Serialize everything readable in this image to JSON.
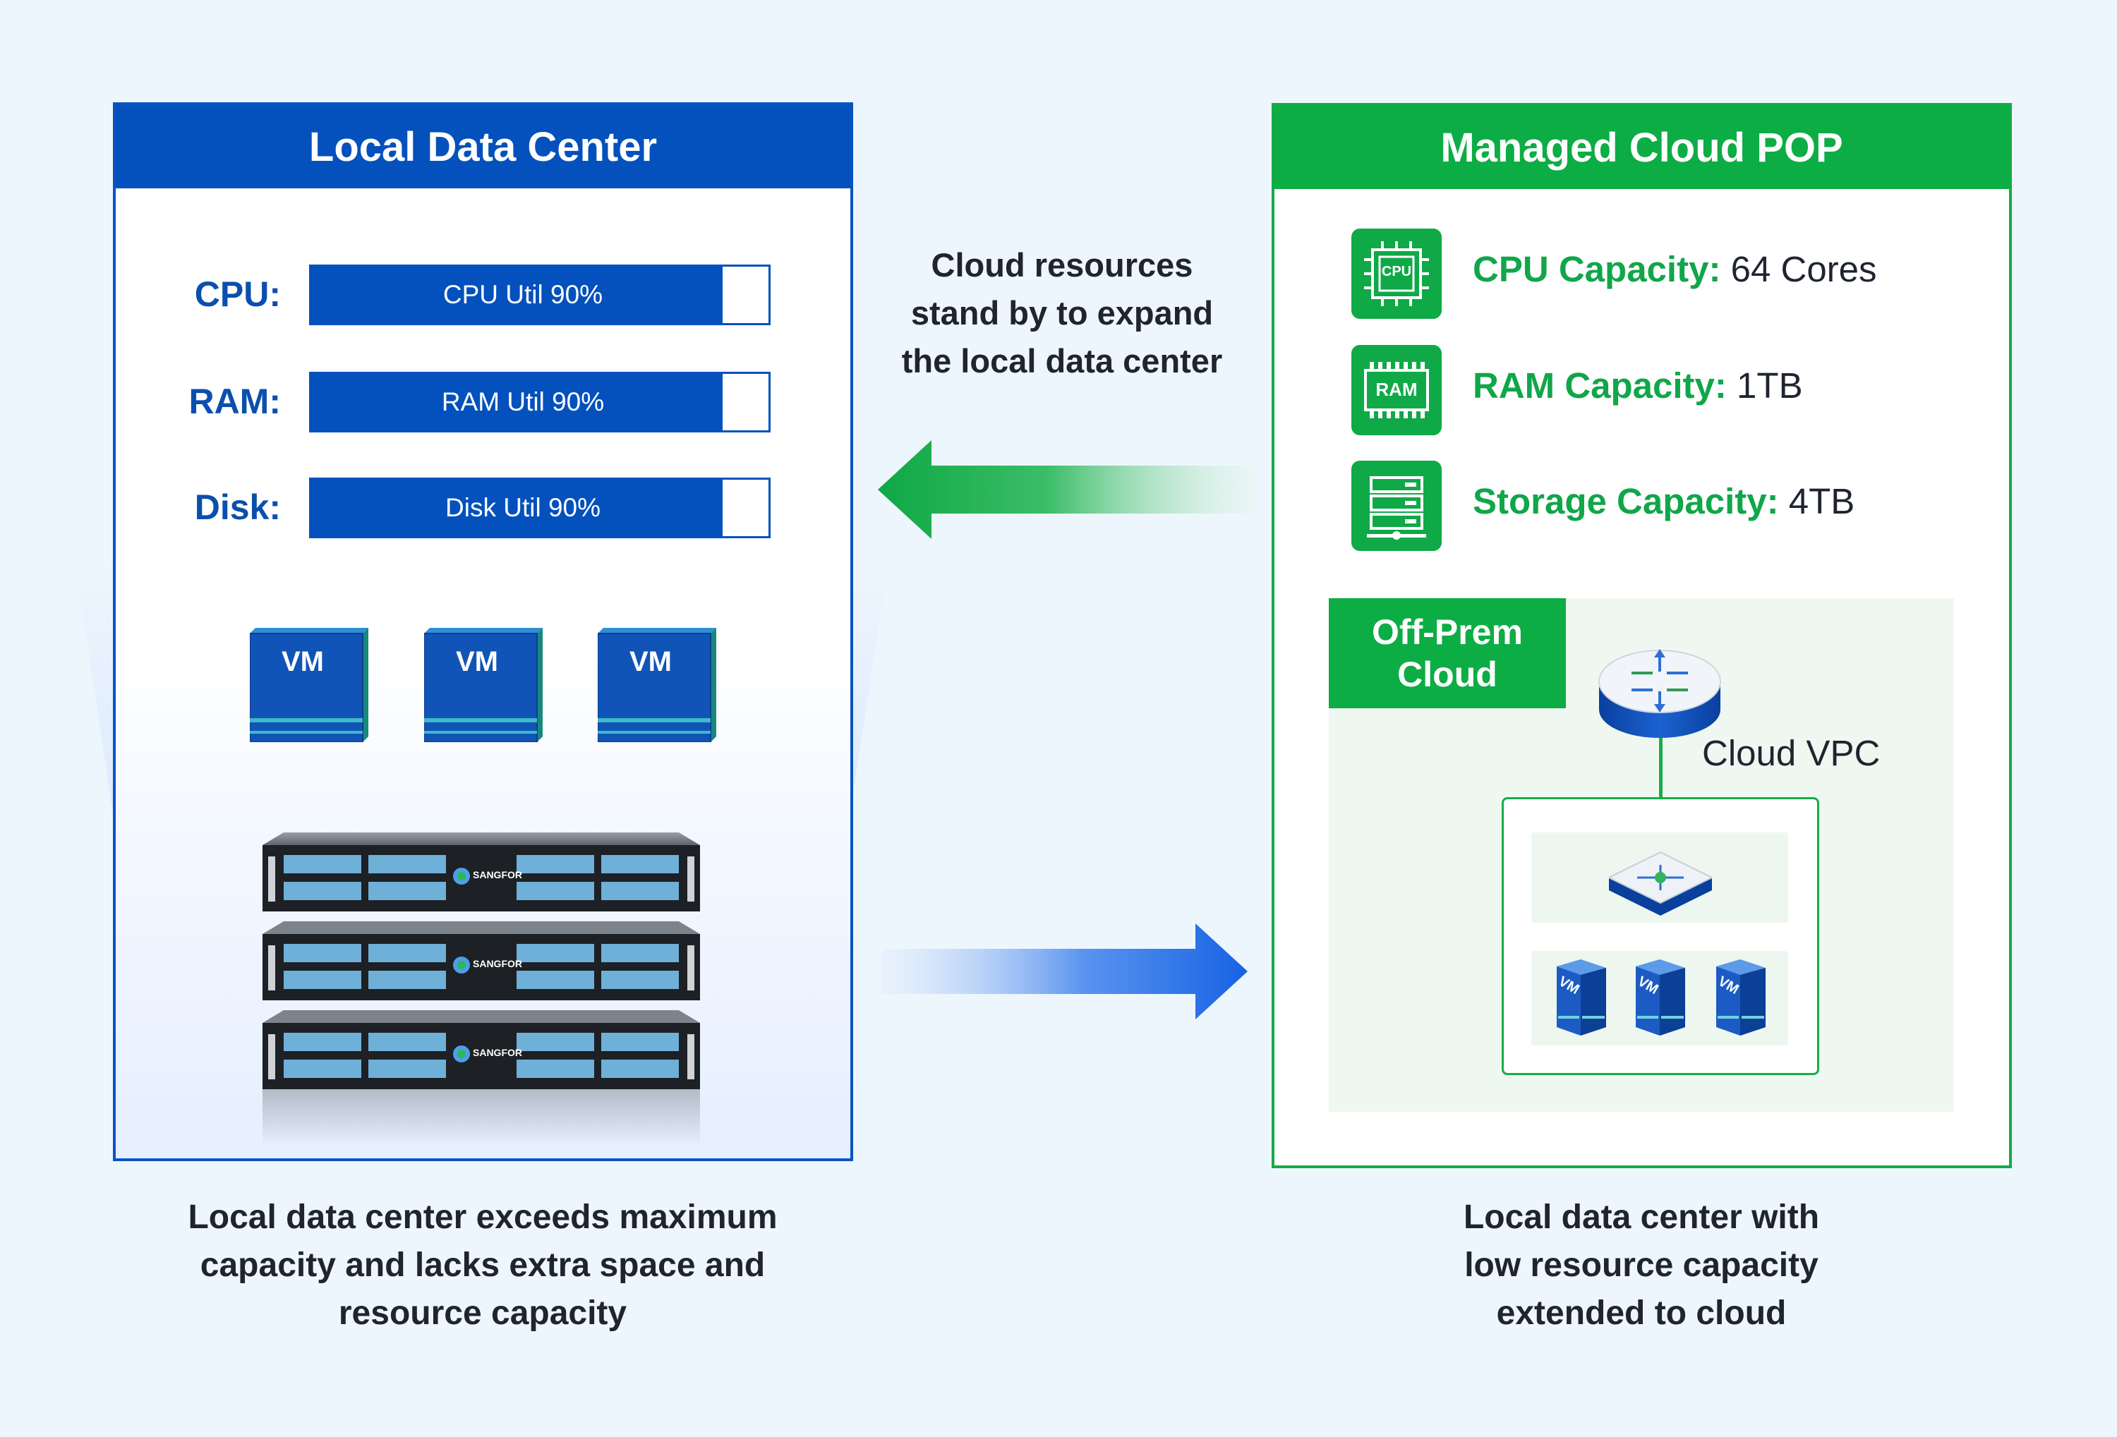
{
  "left_panel": {
    "title": "Local Data Center",
    "utilization": [
      {
        "label": "CPU:",
        "bar_text": "CPU Util 90%",
        "percent": 90
      },
      {
        "label": "RAM:",
        "bar_text": "RAM Util 90%",
        "percent": 90
      },
      {
        "label": "Disk:",
        "bar_text": "Disk Util 90%",
        "percent": 90
      }
    ],
    "vms": [
      "VM",
      "VM",
      "VM"
    ],
    "server_brand": "SANGFOR"
  },
  "middle": {
    "text_lines": [
      "Cloud resources",
      "stand by to expand",
      "the local data center"
    ]
  },
  "right_panel": {
    "title": "Managed Cloud POP",
    "capacities": [
      {
        "icon": "cpu-chip-icon",
        "icon_text": "CPU",
        "label": "CPU Capacity:",
        "value": " 64 Cores"
      },
      {
        "icon": "ram-module-icon",
        "icon_text": "RAM",
        "label": "RAM Capacity:",
        "value": " 1TB"
      },
      {
        "icon": "storage-server-icon",
        "icon_text": "",
        "label": "Storage Capacity:",
        "value": " 4TB"
      }
    ],
    "offprem_lines": [
      "Off-Prem",
      "Cloud"
    ],
    "vpc_label": "Cloud VPC",
    "vpc_vms": [
      "VM",
      "VM",
      "VM"
    ]
  },
  "captions": {
    "left": [
      "Local data center exceeds maximum",
      "capacity and lacks extra space and",
      "resource capacity"
    ],
    "right": [
      "Local data center with",
      "low resource capacity",
      "extended to cloud"
    ]
  },
  "colors": {
    "blue": "#0451bd",
    "green": "#0cad44",
    "background": "#eef6fd"
  }
}
